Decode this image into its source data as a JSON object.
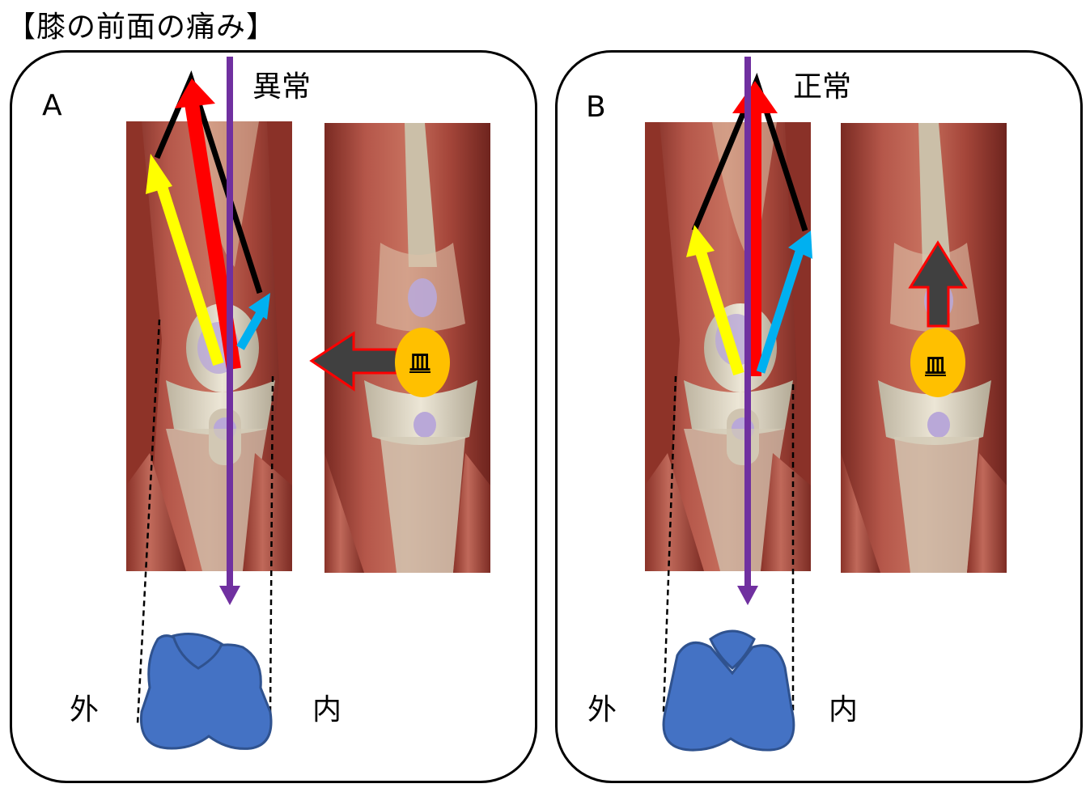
{
  "title": "【膝の前面の痛み】",
  "panels": [
    {
      "letter": "A",
      "state": "異常",
      "lateral": "外",
      "medial": "内",
      "patella": "皿"
    },
    {
      "letter": "B",
      "state": "正常",
      "lateral": "外",
      "medial": "内",
      "patella": "皿"
    }
  ],
  "colors": {
    "muscle": "#a84a3c",
    "bone": "#d9d2c0",
    "cartilage": "#b9a8d8",
    "red_arrow": "#ff0000",
    "yellow_arrow": "#ffff00",
    "blue_arrow": "#00b0f0",
    "purple_line": "#7030a0",
    "patella_fill": "#ffc000",
    "shift_arrow": "#404040",
    "femur_section": "#4472c4"
  }
}
